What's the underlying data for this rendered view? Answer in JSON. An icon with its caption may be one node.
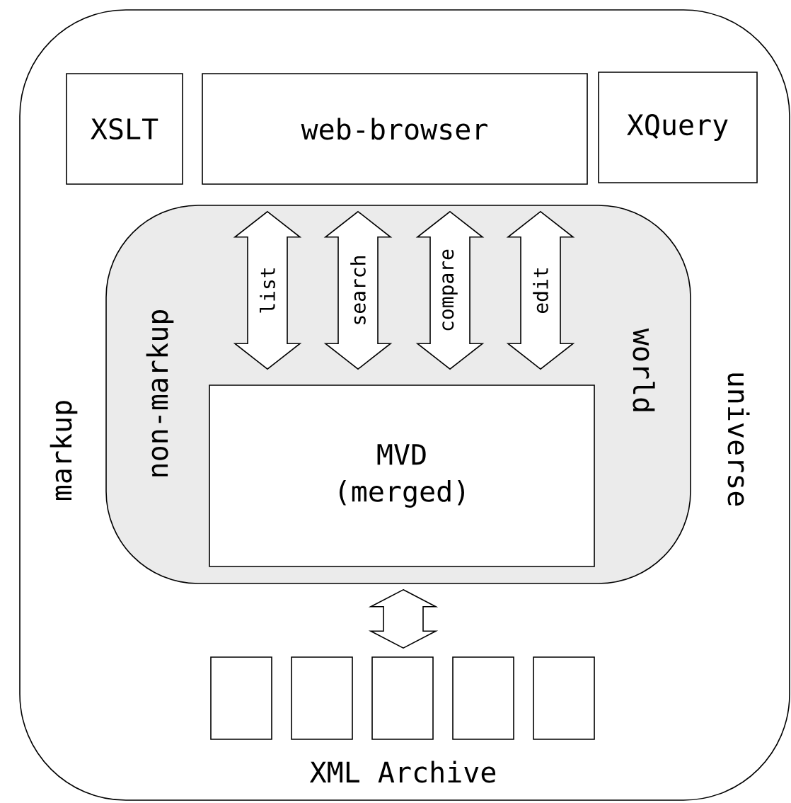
{
  "diagram": {
    "nodes": [
      {
        "text": [
          "markup",
          "universe"
        ]
      },
      {
        "text": [
          "XSLT"
        ],
        "in": 0
      },
      {
        "text": [
          "web-browser"
        ],
        "in": 0
      },
      {
        "text": [
          "XQuery"
        ],
        "in": 0
      },
      {
        "text": [
          "non-markup",
          "world"
        ],
        "in": 0
      },
      {
        "text": [
          "MVD (merged)"
        ],
        "in": 4
      },
      {
        "text": [],
        "shape": "box",
        "in": 0
      },
      {
        "text": [],
        "shape": "box",
        "in": 0
      },
      {
        "text": [],
        "shape": "box",
        "in": 0
      },
      {
        "text": [],
        "shape": "box",
        "in": 0
      },
      {
        "text": [],
        "shape": "box",
        "in": 0
      }
    ],
    "edges": [
      {
        "from": 2,
        "to": 5,
        "arrow": "both",
        "label": "list"
      },
      {
        "from": 2,
        "to": 5,
        "arrow": "both",
        "label": "search"
      },
      {
        "from": 2,
        "to": 5,
        "arrow": "both",
        "label": "compare"
      },
      {
        "from": 2,
        "to": 5,
        "arrow": "both",
        "label": "edit"
      },
      {
        "from": 5,
        "to": 8,
        "arrow": "both"
      }
    ],
    "labels": [
      "XML Archive"
    ]
  }
}
